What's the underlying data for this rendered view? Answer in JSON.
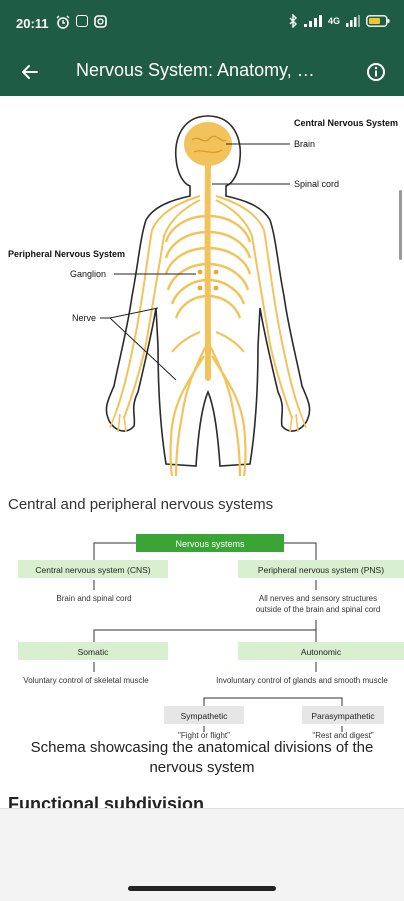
{
  "status": {
    "time": "20:11",
    "network": "4G"
  },
  "appbar": {
    "title": "Nervous System: Anatomy, Structure and Functions"
  },
  "figure1": {
    "cns_label": "Central Nervous System",
    "brain": "Brain",
    "spinal_cord": "Spinal cord",
    "pns_label": "Peripheral Nervous System",
    "ganglion": "Ganglion",
    "nerve": "Nerve"
  },
  "caption1": "Central and peripheral nervous systems",
  "schema": {
    "root": "Nervous systems",
    "cns": "Central nervous system (CNS)",
    "cns_desc": "Brain and spinal cord",
    "pns": "Peripheral nervous system (PNS)",
    "pns_desc_1": "All nerves and sensory structures",
    "pns_desc_2": "outside of the brain and spinal cord",
    "somatic": "Somatic",
    "somatic_desc": "Voluntary control of skeletal muscle",
    "autonomic": "Autonomic",
    "autonomic_desc": "Involuntary control of glands and smooth muscle",
    "sympathetic": "Sympathetic",
    "sympathetic_desc": "\"Fight or flight\"",
    "parasympathetic": "Parasympathetic",
    "parasympathetic_desc": "\"Rest and digest\""
  },
  "caption2_line1": "Schema showcasing the anatomical divisions of the",
  "caption2_line2": "nervous system",
  "next_heading": "Functional subdivision",
  "colors": {
    "appbar": "#1f5c46",
    "nerve": "#f2c35a",
    "schema_green": "#3aa536",
    "schema_light": "#d9f0d0"
  }
}
